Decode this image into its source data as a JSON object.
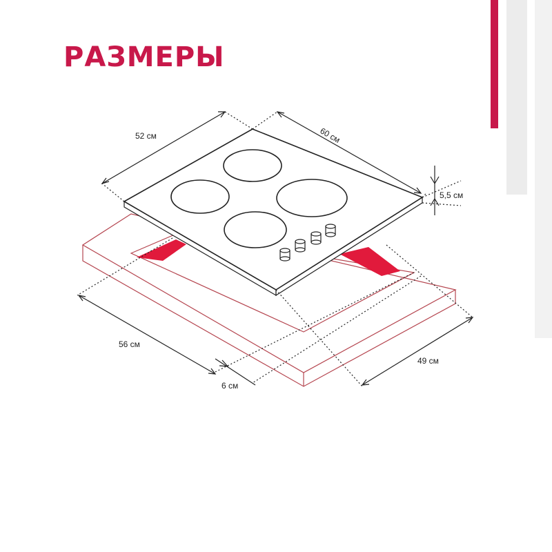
{
  "title": "РАЗМЕРЫ",
  "dimensions": {
    "top_depth": "52 см",
    "top_width": "60 см",
    "height": "5,5 см",
    "cutout_width": "56 см",
    "gap": "6 см",
    "cutout_depth": "49 см"
  },
  "colors": {
    "accent": "#c8184a",
    "countertop_outline": "#b5454f",
    "cutout_support": "#e11a3c",
    "stripe_gray": "#e9e9e9"
  }
}
